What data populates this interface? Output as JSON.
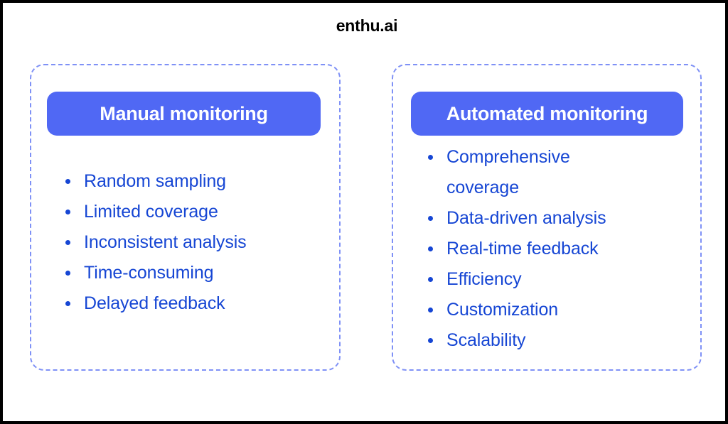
{
  "header": {
    "title": "enthu.ai"
  },
  "theme": {
    "frame_color": "#000000",
    "background": "#ffffff",
    "banner_blue": "#5068f4",
    "banner_text": "#ffffff",
    "dashed_border_blue": "#7f91f6",
    "bullet_text_blue": "#1646d4"
  },
  "panels": [
    {
      "id": "manual-monitoring",
      "banner_label": "Manual monitoring",
      "items": [
        "Random sampling",
        "Limited coverage",
        "Inconsistent analysis",
        "Time-consuming",
        "Delayed feedback"
      ]
    },
    {
      "id": "automated-monitoring",
      "banner_label": "Automated monitoring",
      "items": [
        "Comprehensive coverage",
        "Data-driven analysis",
        "Real-time feedback",
        "Efficiency",
        "Customization",
        "Scalability"
      ]
    }
  ]
}
